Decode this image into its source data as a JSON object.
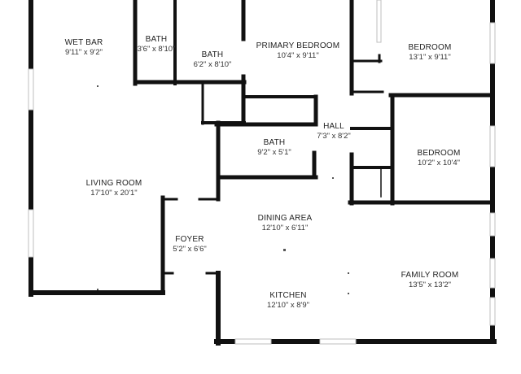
{
  "colors": {
    "wall": "#111111",
    "window": "#bfbfbf",
    "background": "#ffffff"
  },
  "rooms": [
    {
      "id": "wet-bar",
      "label": "WET BAR",
      "dims": "9'11\" x 9'2\""
    },
    {
      "id": "bath-1",
      "label": "BATH",
      "dims": "3'6\" x 8'10\""
    },
    {
      "id": "bath-2",
      "label": "BATH",
      "dims": "6'2\" x 8'10\""
    },
    {
      "id": "primary-bedroom",
      "label": "PRIMARY BEDROOM",
      "dims": "10'4\" x 9'11\""
    },
    {
      "id": "bedroom-1",
      "label": "BEDROOM",
      "dims": "13'1\" x 9'11\""
    },
    {
      "id": "hall",
      "label": "HALL",
      "dims": "7'3\" x 8'2\""
    },
    {
      "id": "bath-3",
      "label": "BATH",
      "dims": "9'2\" x 5'1\""
    },
    {
      "id": "bedroom-2",
      "label": "BEDROOM",
      "dims": "10'2\" x 10'4\""
    },
    {
      "id": "living-room",
      "label": "LIVING ROOM",
      "dims": "17'10\" x 20'1\""
    },
    {
      "id": "foyer",
      "label": "FOYER",
      "dims": "5'2\" x 6'6\""
    },
    {
      "id": "dining-area",
      "label": "DINING AREA",
      "dims": "12'10\" x 6'11\""
    },
    {
      "id": "family-room",
      "label": "FAMILY ROOM",
      "dims": "13'5\" x 13'2\""
    },
    {
      "id": "kitchen",
      "label": "KITCHEN",
      "dims": "12'10\" x 8'9\""
    }
  ]
}
